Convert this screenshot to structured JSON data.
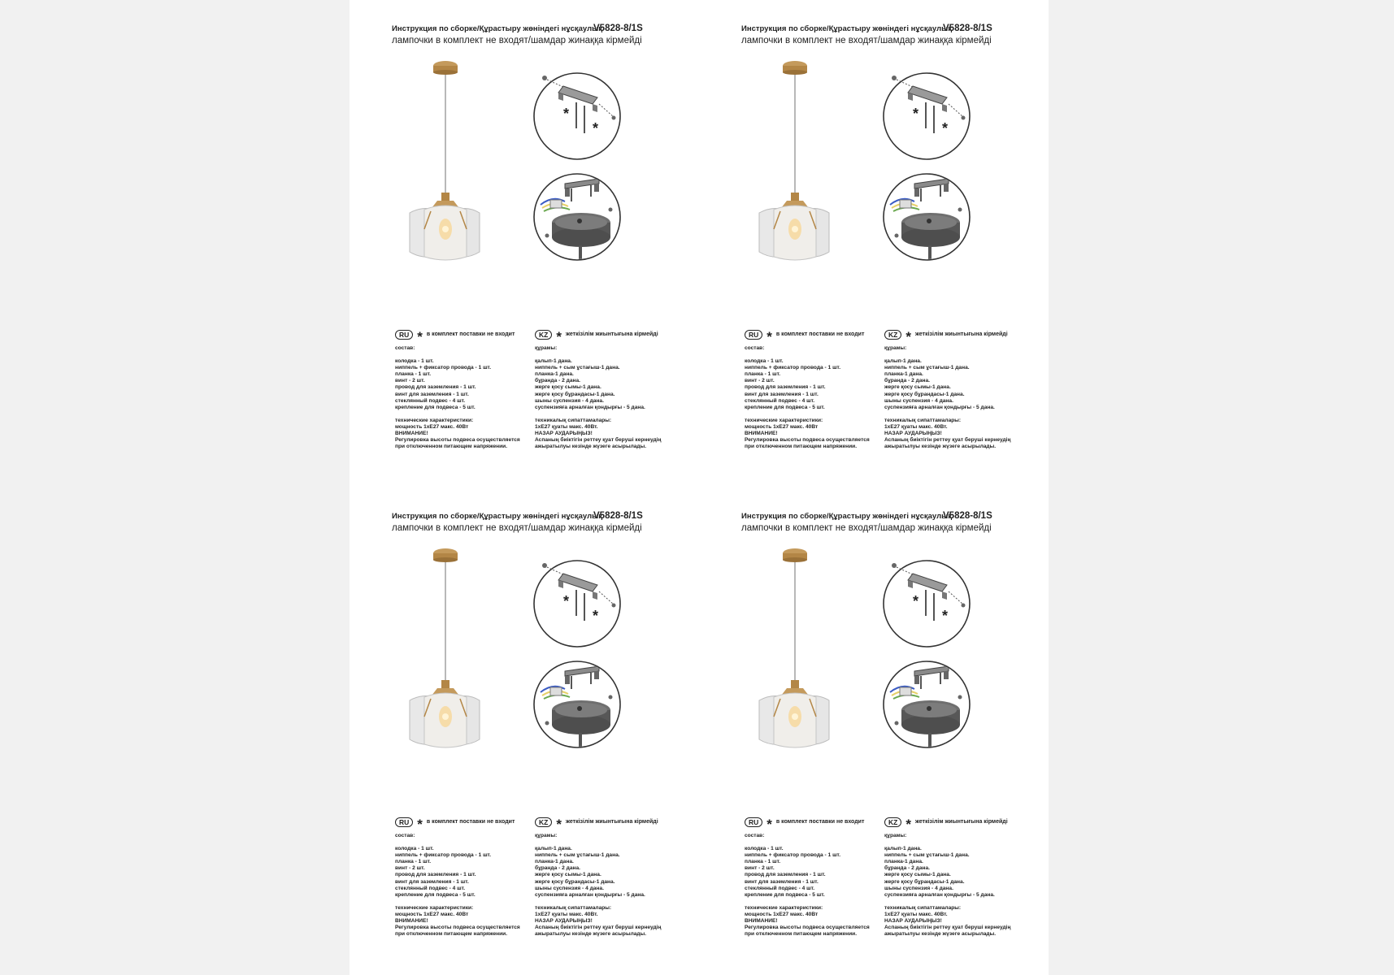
{
  "header": {
    "title": "Инструкция по сборке/Құрастыру жөніндегі нұсқаулық",
    "model": "V5828-8/1S",
    "subtitle": "лампочки в комплект не входят/шамдар жинаққа кірмейді"
  },
  "ru": {
    "lang_badge": "RU",
    "star": "*",
    "note": "в комплект поставки не входит",
    "contents_heading": "состав:",
    "items": [
      "колодка - 1 шт.",
      "ниппель + фиксатор провода - 1 шт.",
      "планка - 1 шт.",
      "винт - 2 шт.",
      "провод для заземления - 1 шт.",
      "винт для заземления - 1 шт.",
      "стеклянный подвес - 4 шт.",
      "крепление для подвеса - 5 шт."
    ],
    "tech_heading": "технические характеристики:",
    "power": "мощность 1хЕ27 макс. 40Вт",
    "warning_heading": "ВНИМАНИЕ!",
    "warning_lines": [
      "Регулировка высоты подвеса осуществляется",
      "при отключенном питающем напряжении."
    ]
  },
  "kz": {
    "lang_badge": "KZ",
    "star": "*",
    "note": "жеткізілім жиынтығына кірмейді",
    "contents_heading": "құрамы:",
    "items": [
      "қалып-1 дана.",
      "ниппель + сым ұстағыш-1 дана.",
      "планка-1 дана.",
      "бұранда - 2 дана.",
      "жерге қосу сымы-1 дана.",
      "жерге қосу бұрандасы-1 дана.",
      "шыны суспензия - 4 дана.",
      "суспензияға арналған қондырғы - 5 дана."
    ],
    "tech_heading": "техникалық сипаттамалары:",
    "power": "1хЕ27 қуаты макс. 40Вт.",
    "warning_heading": "НАЗАР АУДАРЫҢЫЗ!",
    "warning_lines": [
      "Аспаның биіктігін реттеу қуат беруші кернеудің",
      "ажыратылуы кезінде жүзеге асырылады."
    ]
  },
  "diagram_marks": {
    "star": "*"
  }
}
